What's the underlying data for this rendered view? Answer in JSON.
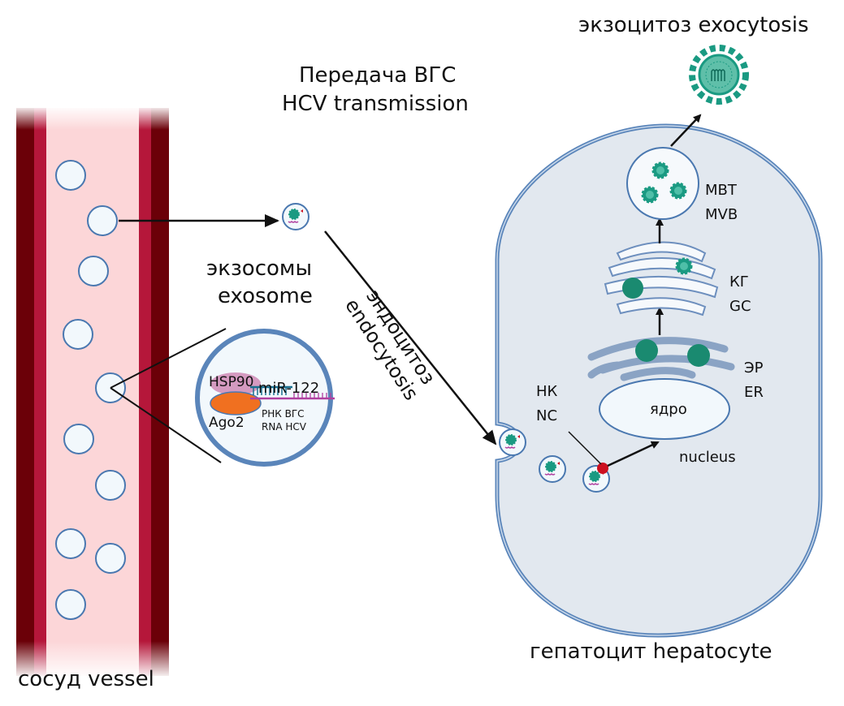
{
  "title": {
    "line1": "Передача ВГС",
    "line2": "HCV transmission"
  },
  "labels": {
    "exocytosis": "экзоцитоз exocytosis",
    "exosome_ru": "экзосомы",
    "exosome_en": "exosome",
    "endocytosis_ru": "эндоцитоз",
    "endocytosis_en": "endocytosis",
    "vessel": "сосуд vessel",
    "hepatocyte": "гепатоцит hepatocyte",
    "mvb_ru": "МВТ",
    "mvb_en": "MVB",
    "gc_ru": "КГ",
    "gc_en": "GC",
    "er_ru": "ЭР",
    "er_en": "ER",
    "nc_ru": "НК",
    "nc_en": "NC",
    "nucleus_ru": "ядро",
    "nucleus_en": "nucleus"
  },
  "exosome_detail": {
    "hsp90": "HSP90",
    "mir122": "miR-122",
    "ago2": "Ago2",
    "rna_ru": "РНК ВГС",
    "rna_en": "RNA HCV"
  },
  "colors": {
    "vessel_wall_dark": "#6b0008",
    "vessel_wall": "#b5173a",
    "vessel_lumen": "#fcd6d8",
    "membrane": "#4a78b0",
    "cell_fill": "#e2e8ef",
    "virus": "#1a9a82",
    "hsp90": "#d49ac0",
    "ago2": "#f07020",
    "mirna": "#1a7090",
    "rna": "#b040a0",
    "nc_dot": "#cc1020"
  }
}
